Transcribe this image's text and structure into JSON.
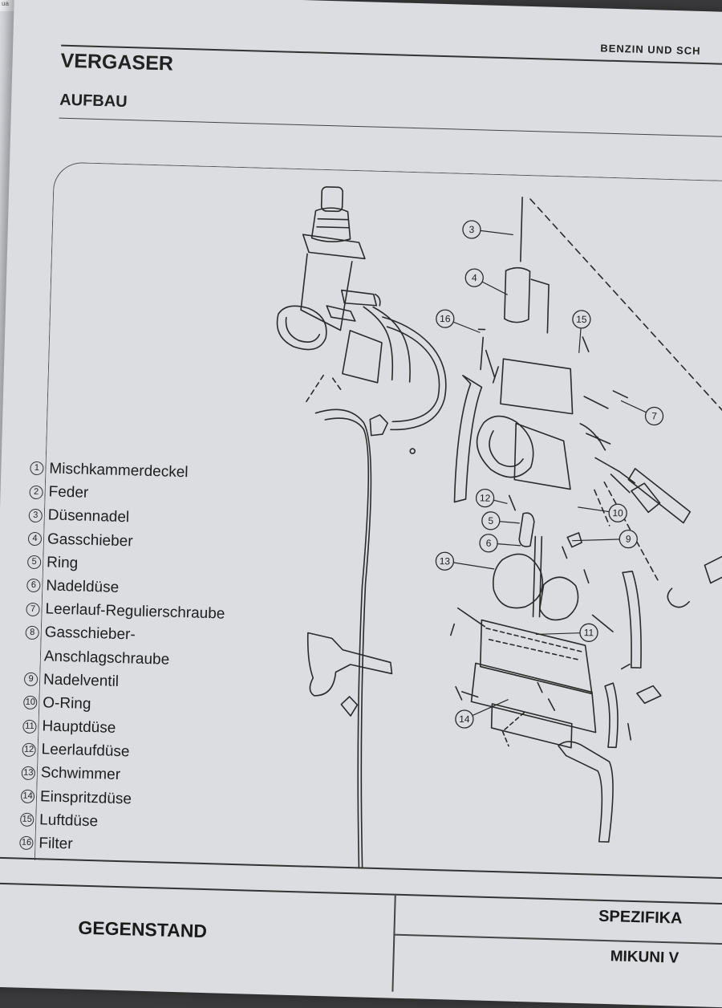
{
  "under_page_tab": "ua",
  "header": {
    "running_head": "BENZIN UND SCH",
    "section_title": "VERGASER",
    "section_subtitle": "AUFBAU"
  },
  "parts": [
    {
      "num": "1",
      "name": "Mischkammerdeckel"
    },
    {
      "num": "2",
      "name": "Feder"
    },
    {
      "num": "3",
      "name": "Düsennadel"
    },
    {
      "num": "4",
      "name": "Gasschieber"
    },
    {
      "num": "5",
      "name": "Ring"
    },
    {
      "num": "6",
      "name": "Nadeldüse"
    },
    {
      "num": "7",
      "name": "Leerlauf-Regulierschraube"
    },
    {
      "num": "8",
      "name": "Gasschieber-",
      "name_cont": "Anschlagschraube"
    },
    {
      "num": "9",
      "name": "Nadelventil"
    },
    {
      "num": "10",
      "name": "O-Ring"
    },
    {
      "num": "11",
      "name": "Hauptdüse"
    },
    {
      "num": "12",
      "name": "Leerlaufdüse"
    },
    {
      "num": "13",
      "name": "Schwimmer"
    },
    {
      "num": "14",
      "name": "Einspritzdüse"
    },
    {
      "num": "15",
      "name": "Luftdüse"
    },
    {
      "num": "16",
      "name": "Filter"
    }
  ],
  "diagram": {
    "callouts": [
      "3",
      "4",
      "16",
      "15",
      "7",
      "10",
      "12",
      "5",
      "9",
      "6",
      "13",
      "11",
      "14"
    ]
  },
  "table": {
    "col1_header": "GEGENSTAND",
    "col2_header": "SPEZIFIKA",
    "col2_value": "MIKUNI V"
  },
  "colors": {
    "paper": "#dcdde1",
    "ink": "#1e1e1e",
    "background": "#3a3a3c"
  }
}
